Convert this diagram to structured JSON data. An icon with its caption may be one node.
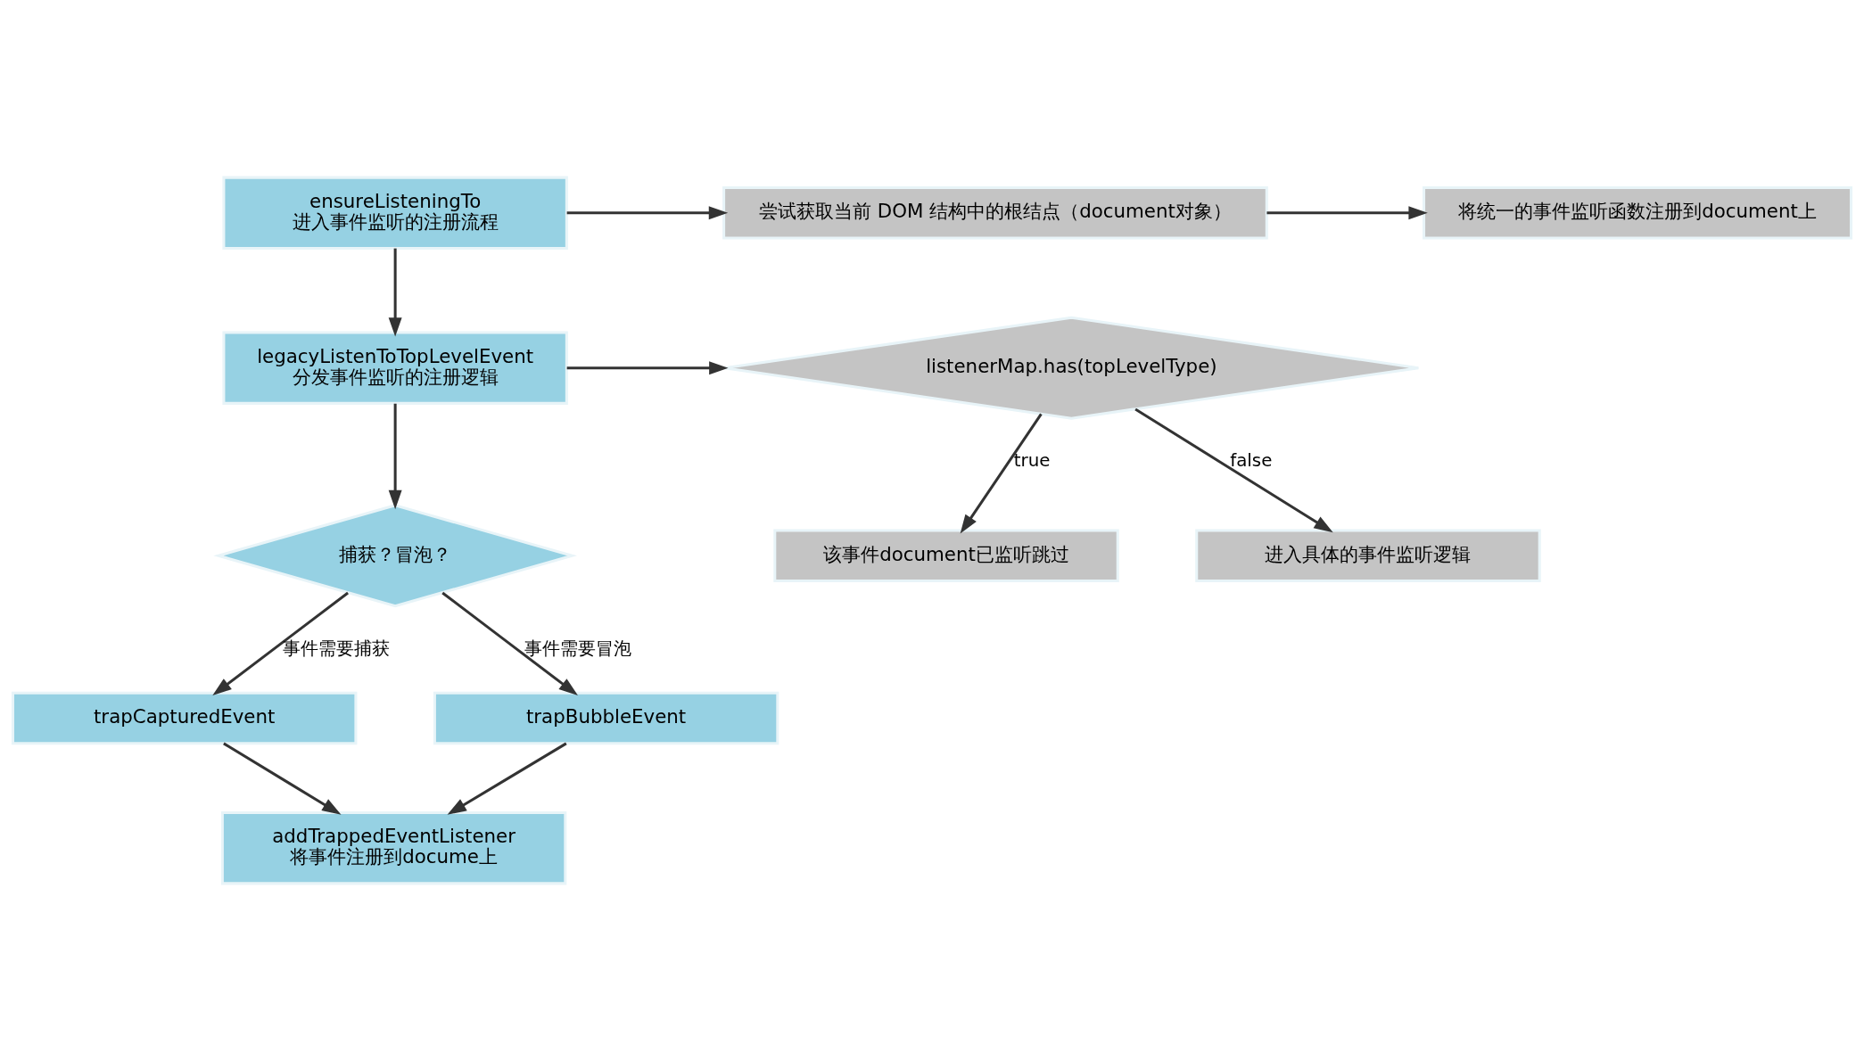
{
  "diagram": {
    "nodes": [
      {
        "text": [
          "ensureListeningTo",
          "进入事件监听的注册流程"
        ]
      },
      {
        "text": [
          "尝试获取当前 DOM 结构中的根结点（document对象）"
        ]
      },
      {
        "text": [
          "将统一的事件监听函数注册到document上"
        ]
      },
      {
        "text": [
          "legacyListenToTopLevelEvent",
          "分发事件监听的注册逻辑"
        ]
      },
      {
        "text": [
          "listenerMap.has(topLevelType)"
        ]
      },
      {
        "text": [
          "该事件document已监听跳过"
        ]
      },
      {
        "text": [
          "进入具体的事件监听逻辑"
        ]
      },
      {
        "text": [
          "捕获？冒泡？"
        ]
      },
      {
        "text": [
          "trapCapturedEvent"
        ]
      },
      {
        "text": [
          "trapBubbleEvent"
        ]
      },
      {
        "text": [
          "addTrappedEventListener",
          "将事件注册到docume上"
        ]
      }
    ],
    "edges": [
      {
        "from": 0,
        "to": 1,
        "arrow": "to"
      },
      {
        "from": 1,
        "to": 2,
        "arrow": "to"
      },
      {
        "from": 0,
        "to": 3,
        "arrow": "to"
      },
      {
        "from": 3,
        "to": 4,
        "arrow": "to"
      },
      {
        "from": 4,
        "to": 5,
        "arrow": "to",
        "label": "true"
      },
      {
        "from": 4,
        "to": 6,
        "arrow": "to",
        "label": "false"
      },
      {
        "from": 3,
        "to": 7,
        "arrow": "to"
      },
      {
        "from": 7,
        "to": 8,
        "arrow": "to",
        "label": "事件需要捕获"
      },
      {
        "from": 7,
        "to": 9,
        "arrow": "to",
        "label": "事件需要冒泡"
      },
      {
        "from": 8,
        "to": 10,
        "arrow": "to"
      },
      {
        "from": 9,
        "to": 10,
        "arrow": "to"
      }
    ]
  }
}
